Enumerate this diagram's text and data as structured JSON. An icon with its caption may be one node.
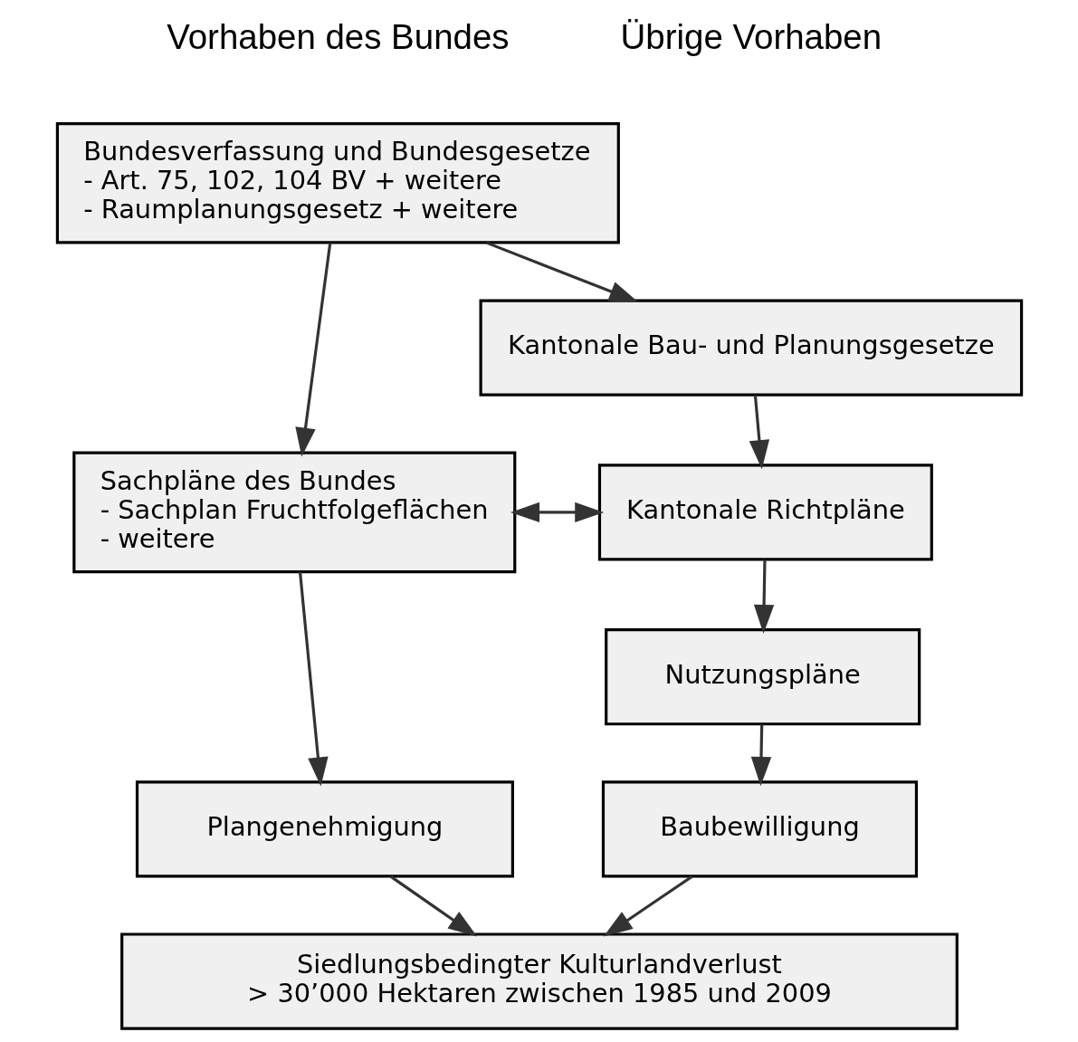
{
  "diagram": {
    "nodes": [
      {
        "text": [
          "Bundesverfassung und Bundesgesetze",
          "- Art. 75, 102, 104 BV + weitere",
          "- Raumplanungsgesetz + weitere"
        ]
      },
      {
        "text": [
          "Sachpläne des Bundes",
          "- Sachplan Fruchtfolgeflächen",
          "- weitere"
        ]
      },
      {
        "text": [
          "Plangenehmigung"
        ]
      },
      {
        "text": [
          "Kantonale Bau- und Planungsgesetze"
        ]
      },
      {
        "text": [
          "Kantonale Richtpläne"
        ]
      },
      {
        "text": [
          "Nutzungspläne"
        ]
      },
      {
        "text": [
          "Baubewilligung"
        ]
      },
      {
        "text": [
          "Siedlungsbedingter Kulturlandverlust",
          "> 30’000 Hektaren zwischen 1985 und 2009"
        ]
      }
    ],
    "edges": [
      {
        "from": 0,
        "to": 1,
        "arrow": "to"
      },
      {
        "from": 1,
        "to": 2,
        "arrow": "to"
      },
      {
        "from": 2,
        "to": 7,
        "arrow": "to"
      },
      {
        "from": 0,
        "to": 3,
        "arrow": "to"
      },
      {
        "from": 3,
        "to": 4,
        "arrow": "to"
      },
      {
        "from": 4,
        "to": 5,
        "arrow": "to"
      },
      {
        "from": 5,
        "to": 6,
        "arrow": "to"
      },
      {
        "from": 6,
        "to": 7,
        "arrow": "to"
      },
      {
        "from": 1,
        "to": 4,
        "arrow": "both"
      }
    ],
    "labels": [
      "Vorhaben des Bundes",
      "Übrige Vorhaben"
    ]
  }
}
